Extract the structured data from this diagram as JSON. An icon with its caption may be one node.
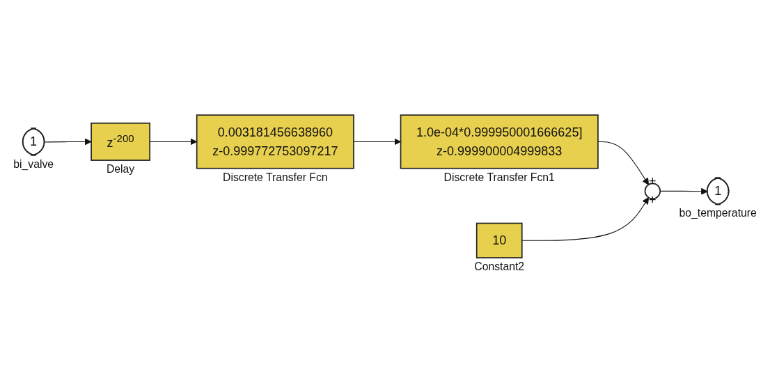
{
  "diagram": {
    "nodes": [
      {
        "text": [
          "1"
        ],
        "beside": [
          "bo_temperature"
        ]
      },
      {
        "text": [
          "z$^{-200}$"
        ],
        "beside": [
          "Delay"
        ]
      },
      {
        "text": [
          "0.003181456638960",
          "z-0.999772753097217"
        ],
        "beside": [
          "Discrete Transfer Fcn"
        ]
      },
      {
        "text": [
          "1.0e-04*0.999950001666625]",
          "z-0.999900004999833"
        ],
        "beside": [
          "Discrete Transfer Fcn1"
        ]
      },
      {
        "text": [
          "+",
          "+"
        ]
      },
      {
        "text": [
          "10"
        ],
        "beside": [
          "Constant2"
        ]
      },
      {
        "text": [
          "1"
        ],
        "beside": [
          "bi_valve"
        ]
      }
    ],
    "edges": [
      {
        "from": 6,
        "to": 1,
        "arrow": "to"
      },
      {
        "from": 1,
        "to": 2,
        "arrow": "to"
      },
      {
        "from": 2,
        "to": 3,
        "arrow": "to"
      },
      {
        "from": 3,
        "to": 4,
        "arrow": "to"
      },
      {
        "from": 5,
        "to": 4,
        "arrow": "to"
      },
      {
        "from": 4,
        "to": 0,
        "arrow": "to"
      }
    ]
  }
}
